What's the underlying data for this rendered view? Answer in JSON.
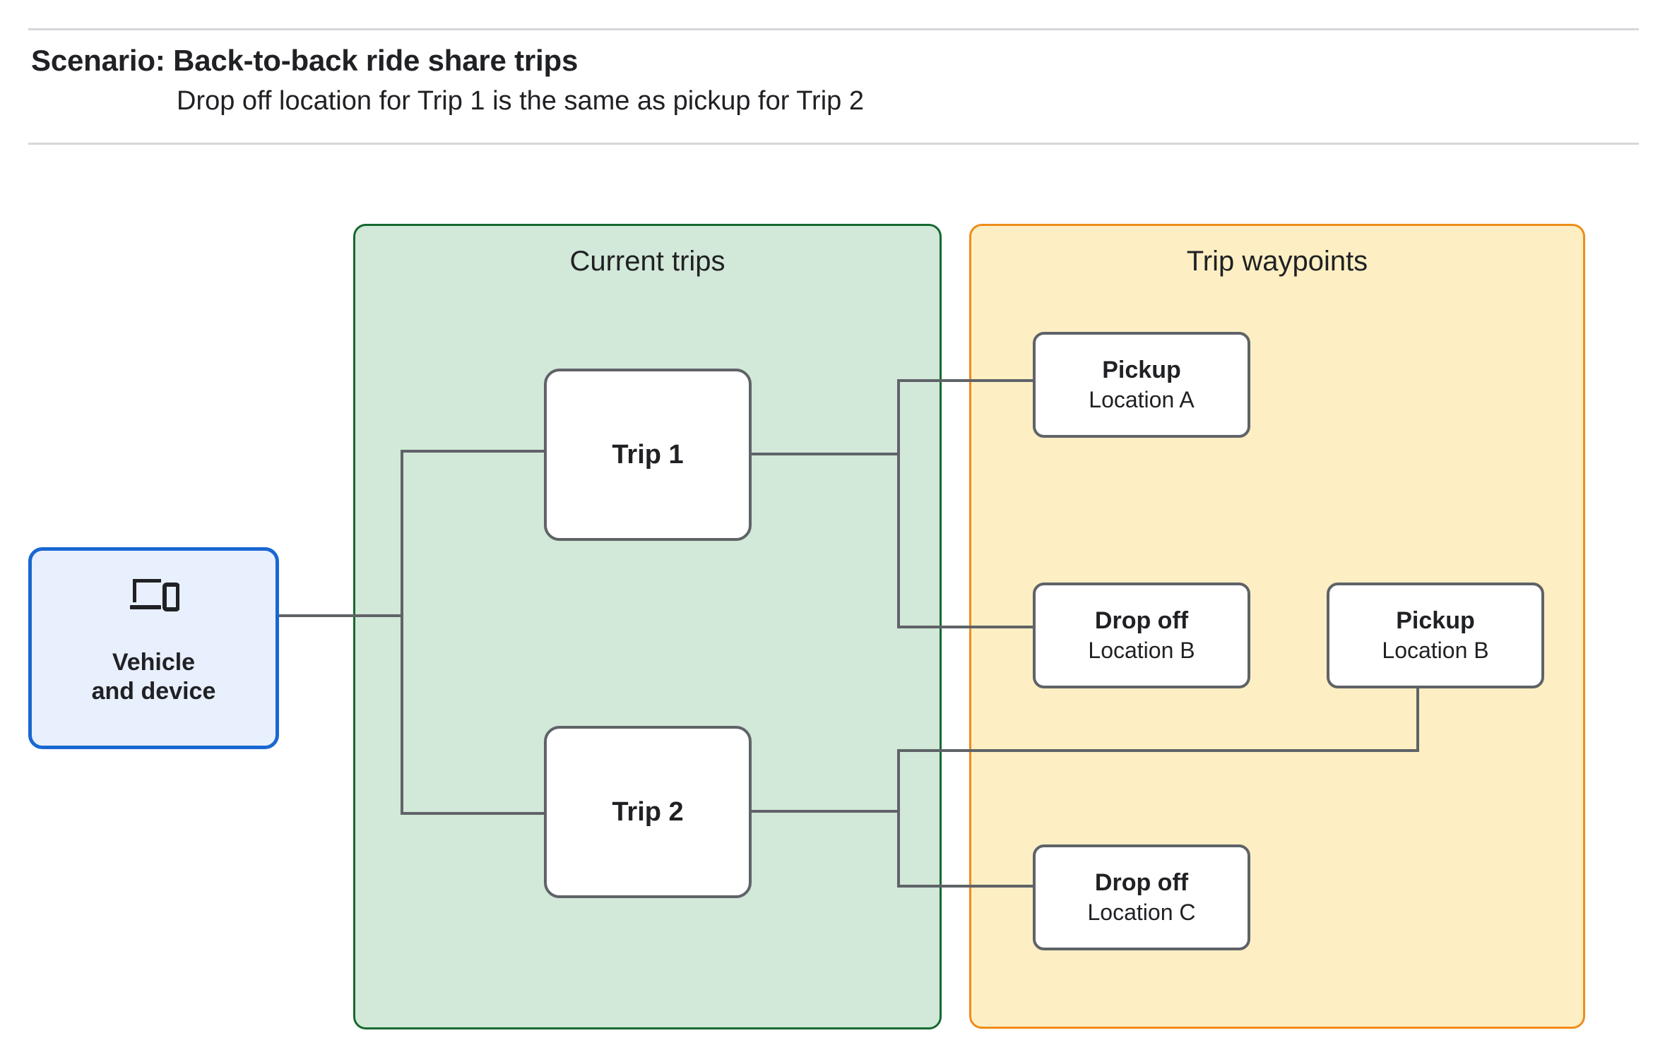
{
  "header": {
    "title": "Scenario: Back-to-back ride share trips",
    "subtitle": "Drop off  location for Trip 1 is the same as pickup for Trip 2"
  },
  "panels": {
    "current_trips": {
      "title": "Current trips",
      "fill": "#d2e8d8",
      "border": "#15692f"
    },
    "trip_waypoints": {
      "title": "Trip waypoints",
      "fill": "#fdefc3",
      "border": "#f08c1a"
    }
  },
  "source": {
    "label": "Vehicle\nand device",
    "icon": "laptop-and-phone-icon",
    "fill": "#e8effd",
    "border": "#1967d2"
  },
  "trips": [
    {
      "label": "Trip 1"
    },
    {
      "label": "Trip 2"
    }
  ],
  "waypoints": [
    {
      "id": "pickup-a",
      "title": "Pickup",
      "subtitle": "Location A"
    },
    {
      "id": "dropoff-b",
      "title": "Drop off",
      "subtitle": "Location B"
    },
    {
      "id": "pickup-b",
      "title": "Pickup",
      "subtitle": "Location B"
    },
    {
      "id": "dropoff-c",
      "title": "Drop off",
      "subtitle": "Location C"
    }
  ],
  "edges": {
    "connector_color": "#5f6368"
  }
}
